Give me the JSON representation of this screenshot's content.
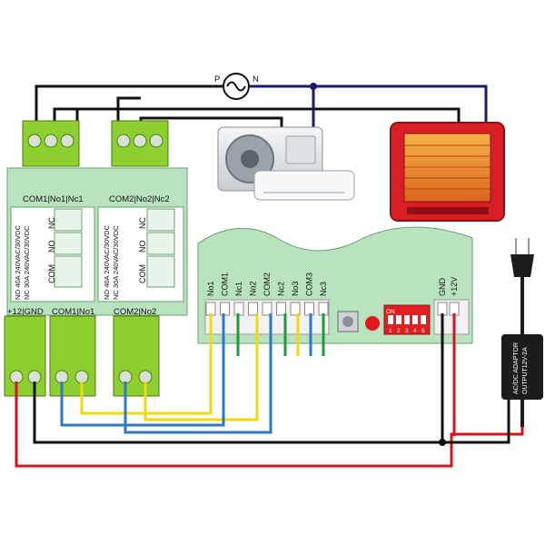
{
  "mains": {
    "phase_label": "P",
    "neutral_label": "N"
  },
  "relay_module": {
    "top_terminals": [
      {
        "label": "COM1|No1|Nc1"
      },
      {
        "label": "COM2|No2|Nc2"
      }
    ],
    "relays": [
      {
        "nc": "NC",
        "no": "NO",
        "com": "COM",
        "rating_line1": "NO 40A 240VAC/30VDC",
        "rating_line2": "NC 30A 240VAC/30VDC"
      },
      {
        "nc": "NC",
        "no": "NO",
        "com": "COM",
        "rating_line1": "NO 40A 240VAC/30VDC",
        "rating_line2": "NC 30A 240VAC/30VDC"
      }
    ],
    "bottom_terminals": [
      {
        "label": "+12|GND"
      },
      {
        "label": "COM1|No1"
      },
      {
        "label": "COM2|No2"
      }
    ]
  },
  "controller": {
    "outputs": [
      "No1",
      "COM1",
      "Nc1",
      "No2",
      "COM2",
      "Nc2",
      "No3",
      "COM3",
      "Nc3"
    ],
    "power": [
      "GND",
      "+12V"
    ],
    "dip": {
      "label": "ON",
      "numbers": [
        "1",
        "2",
        "3",
        "4",
        "5"
      ]
    }
  },
  "adaptor": {
    "line1": "AC/DC ADAPTOR",
    "line2": "OUTPUT12V-2A"
  },
  "colors": {
    "phase_wire": "#111111",
    "neutral_wire": "#1a1a6e",
    "positive_wire": "#d7141b",
    "ground_wire": "#111111",
    "wire_yellow": "#f2d90f",
    "wire_blue": "#2a78c8",
    "wire_green": "#1f9a3a",
    "board": "#b9e3bf",
    "terminal": "#8ccf2e"
  }
}
